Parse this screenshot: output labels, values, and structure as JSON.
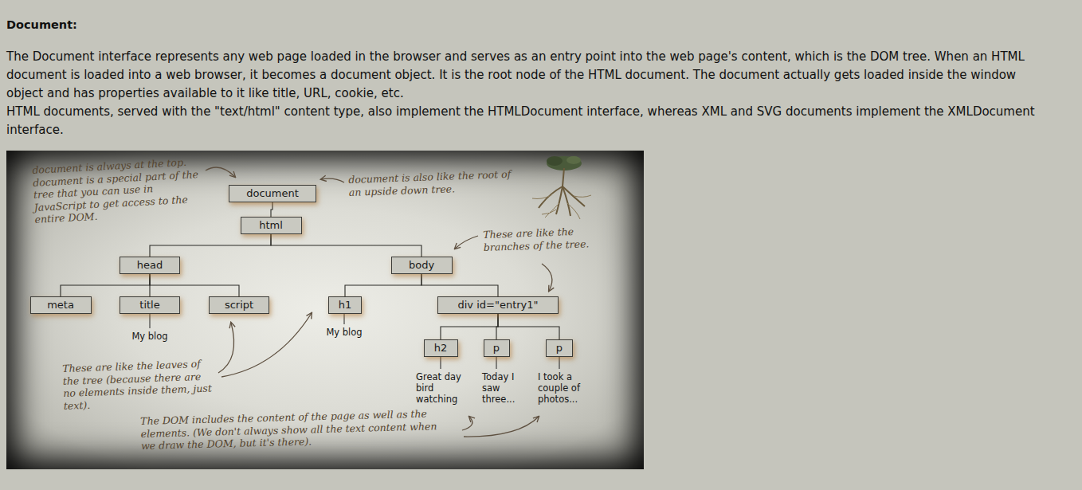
{
  "diagram": {
    "title": "Document:",
    "nodes": [
      {
        "text": [
          "document"
        ]
      },
      {
        "text": [
          "html"
        ]
      },
      {
        "text": [
          "head"
        ]
      },
      {
        "text": [
          "body"
        ]
      },
      {
        "text": [
          "meta"
        ]
      },
      {
        "text": [
          "title"
        ]
      },
      {
        "text": [
          "script"
        ]
      },
      {
        "text": [
          "h1"
        ]
      },
      {
        "text": [
          "div id=\"entry1\""
        ]
      },
      {
        "text": [
          "h2"
        ]
      },
      {
        "text": [
          "p"
        ]
      },
      {
        "text": [
          "p"
        ]
      }
    ],
    "edges": [
      {
        "from": 0,
        "to": 1,
        "arrow": "none"
      },
      {
        "from": 1,
        "to": 2,
        "arrow": "none"
      },
      {
        "from": 1,
        "to": 3,
        "arrow": "none"
      },
      {
        "from": 2,
        "to": 4,
        "arrow": "none"
      },
      {
        "from": 2,
        "to": 5,
        "arrow": "none"
      },
      {
        "from": 2,
        "to": 6,
        "arrow": "none"
      },
      {
        "from": 3,
        "to": 7,
        "arrow": "none"
      },
      {
        "from": 3,
        "to": 8,
        "arrow": "none"
      },
      {
        "from": 8,
        "to": 9,
        "arrow": "none"
      },
      {
        "from": 8,
        "to": 10,
        "arrow": "none"
      },
      {
        "from": 8,
        "to": 11,
        "arrow": "none"
      }
    ],
    "labels": [
      "The Document interface represents any web page loaded in the browser and serves as an entry point into the web page's content, which is the DOM tree. When an HTML document is loaded into a web browser, it becomes a document object. It is the root node of the HTML document. The document actually gets loaded inside the window object and has properties available to it like title, URL, cookie, etc.",
      "HTML documents, served with the \"text/html\" content type, also implement the HTMLDocument interface, whereas XML and SVG documents implement the XMLDocument interface.",
      "document is always at the top. document is a special part of the tree that you can use in JavaScript to get access to the entire DOM.",
      "document is also like the root of an upside down tree.",
      "These are like the branches of the tree.",
      "These are like the leaves of the tree (because there are no elements inside them, just text).",
      "My blog",
      "My blog",
      "Great day bird watching",
      "Today I saw three...",
      "I took a couple of photos...",
      "The DOM includes the content of the page as well as the elements. (We don't always show all the text content when we draw the DOM, but it's there)."
    ]
  }
}
